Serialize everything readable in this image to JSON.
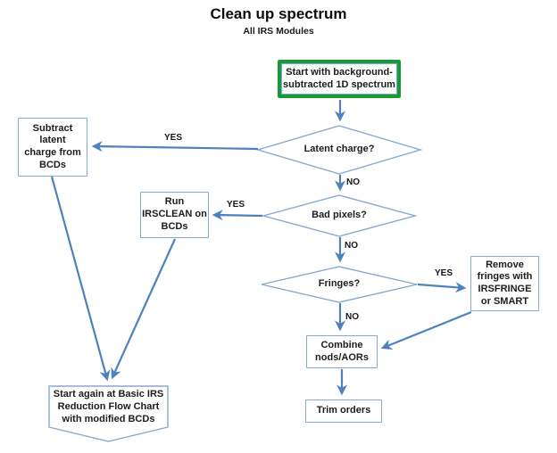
{
  "title": "Clean up spectrum",
  "subtitle": "All IRS Modules",
  "nodes": {
    "start": "Start with background-\nsubtracted 1D spectrum",
    "latent_charge": "Latent charge?",
    "subtract_latent": "Subtract\nlatent\ncharge from\nBCDs",
    "bad_pixels": "Bad pixels?",
    "run_irsclean": "Run\nIRSCLEAN on\nBCDs",
    "fringes": "Fringes?",
    "remove_fringes": "Remove\nfringes with\nIRSFRINGE\nor SMART",
    "combine_nods": "Combine\nnods/AORs",
    "trim_orders": "Trim orders",
    "start_again": "Start again at Basic IRS\nReduction Flow Chart\nwith modified BCDs"
  },
  "labels": {
    "latent_yes": "YES",
    "latent_no": "NO",
    "bad_pixels_yes": "YES",
    "bad_pixels_no": "NO",
    "fringes_yes": "YES",
    "fringes_no": "NO"
  },
  "colors": {
    "arrow": "#4f81bd",
    "shape_border": "#85a9d0",
    "start_border": "#169a38",
    "text": "#1c1c1c"
  }
}
